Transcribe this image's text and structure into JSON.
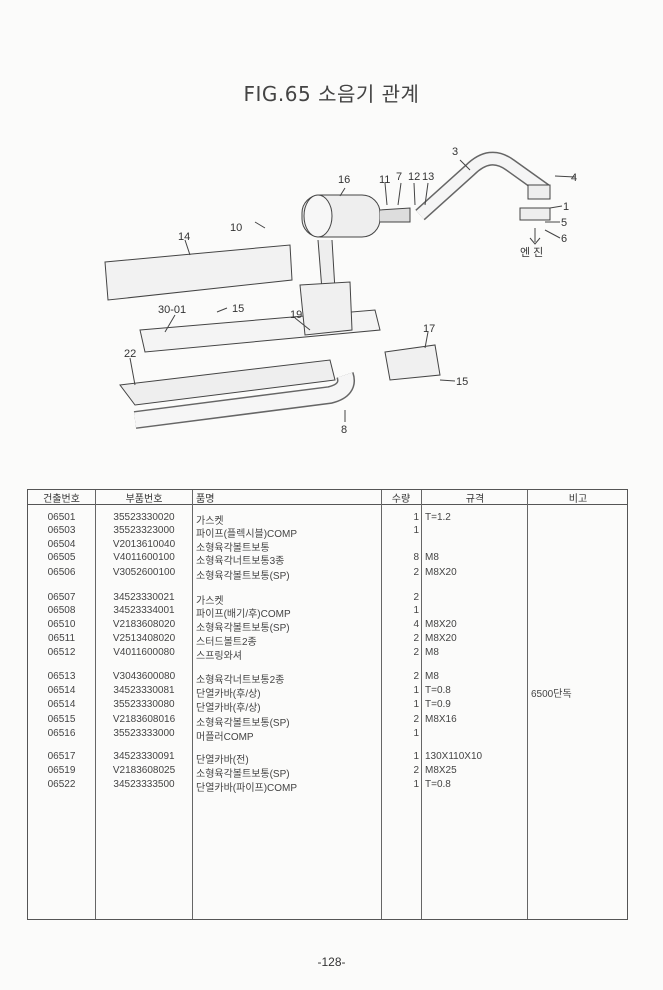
{
  "title": "FIG.65 소음기 관계",
  "diagram_labels": {
    "l16": "16",
    "l11": "11",
    "l7": "7",
    "l12": "12",
    "l13": "13",
    "l3": "3",
    "l4": "4",
    "l1": "1",
    "l5": "5",
    "l6": "6",
    "engine": "엔 진",
    "l10": "10",
    "l14": "14",
    "l3001": "30-01",
    "l15a": "15",
    "l19": "19",
    "l17": "17",
    "l22": "22",
    "l15b": "15",
    "l8": "8"
  },
  "table": {
    "headers": [
      "건출번호",
      "부품번호",
      "품명",
      "수량",
      "규격",
      "비고"
    ],
    "rows": [
      [
        "06501",
        "35523330020",
        "가스켓",
        "1",
        "T=1.2",
        ""
      ],
      [
        "06503",
        "35523323000",
        "파이프(플렉시블)COMP",
        "1",
        "",
        ""
      ],
      [
        "06504",
        "V2013610040",
        "소형육각볼트보통",
        "",
        "",
        ""
      ],
      [
        "06505",
        "V4011600100",
        "소형육각너트보통3종",
        "8",
        "M8",
        ""
      ],
      [
        "06506",
        "V3052600100",
        "소형육각볼트보통(SP)",
        "2",
        "M8X20",
        ""
      ],
      [
        "06507",
        "34523330021",
        "가스켓",
        "2",
        "",
        ""
      ],
      [
        "06508",
        "34523334001",
        "파이프(배기/후)COMP",
        "1",
        "",
        ""
      ],
      [
        "06510",
        "V2183608020",
        "소형육각볼트보통(SP)",
        "4",
        "M8X20",
        ""
      ],
      [
        "06511",
        "V2513408020",
        "스터드볼트2종",
        "2",
        "M8X20",
        ""
      ],
      [
        "06512",
        "V4011600080",
        "스프링와셔",
        "2",
        "M8",
        ""
      ],
      [
        "06513",
        "V3043600080",
        "소형육각너트보통2종",
        "2",
        "M8",
        ""
      ],
      [
        "06514",
        "34523330081",
        "단열카바(후/상)",
        "1",
        "T=0.8",
        "6500단독"
      ],
      [
        "06514",
        "35523330080",
        "단열카바(후/상)",
        "1",
        "T=0.9",
        ""
      ],
      [
        "06515",
        "V2183608016",
        "소형육각볼트보통(SP)",
        "2",
        "M8X16",
        ""
      ],
      [
        "06516",
        "35523333000",
        "머플러COMP",
        "1",
        "",
        ""
      ],
      [
        "06517",
        "34523330091",
        "단열카바(전)",
        "1",
        "130X110X10",
        ""
      ],
      [
        "06519",
        "V2183608025",
        "소형육각볼트보통(SP)",
        "2",
        "M8X25",
        ""
      ],
      [
        "06522",
        "34523333500",
        "단열카바(파이프)COMP",
        "1",
        "T=0.8",
        ""
      ]
    ]
  },
  "page_number": "-128-"
}
